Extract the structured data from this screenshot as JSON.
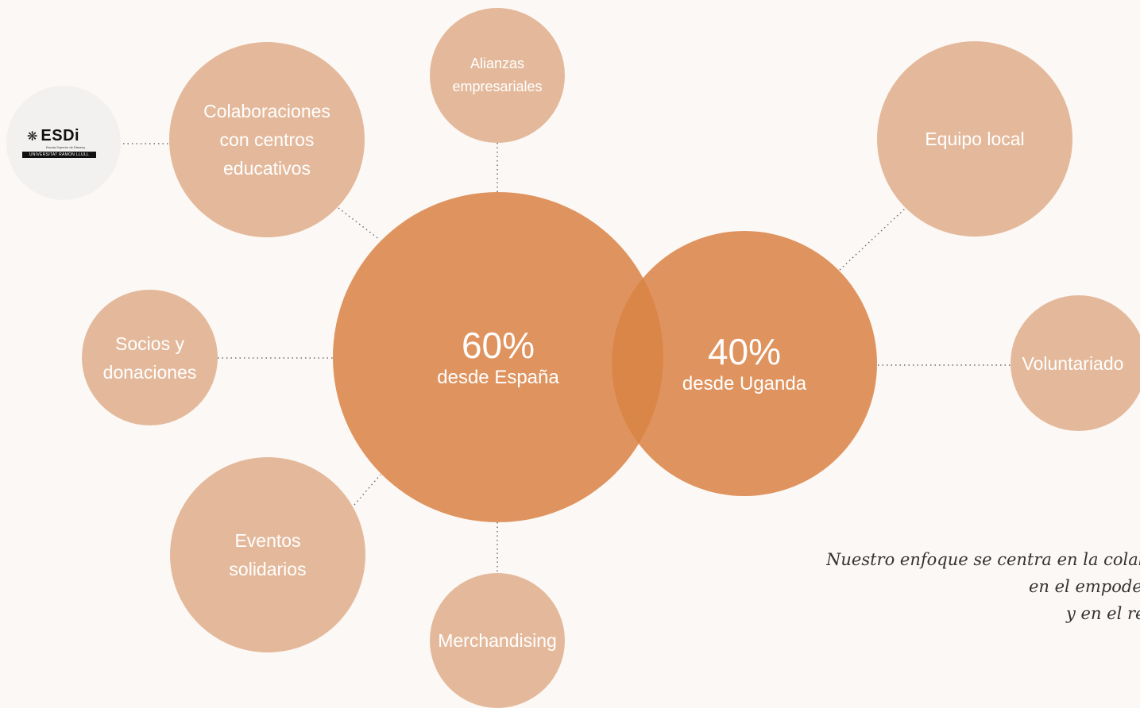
{
  "colors": {
    "background": "#fcf8f5",
    "satellite": "#e4b99b",
    "main": "#da8346",
    "overlap": "#d77632",
    "connector": "#6f6f6f"
  },
  "main": {
    "spain": {
      "percent": "60%",
      "label": "desde España"
    },
    "uganda": {
      "percent": "40%",
      "label": "desde Uganda"
    }
  },
  "satellites": {
    "alliances": "Alianzas\nempresariales",
    "schools": "Colaboraciones\ncon centros\neducativos",
    "partners": "Socios y\ndonaciones",
    "events": "Eventos\nsolidarios",
    "merch": "Merchandising",
    "local_team": "Equipo local",
    "volunteering": "Voluntariado"
  },
  "logo": {
    "name": "ESDi",
    "small_text": "Escola Superior de Disseny",
    "bar_text": "UNIVERSITAT RAMON LLULL"
  },
  "note": {
    "line1": "Nuestro enfoque se centra en la colabo",
    "line2": "en el empoder",
    "line3": "y en el re"
  }
}
